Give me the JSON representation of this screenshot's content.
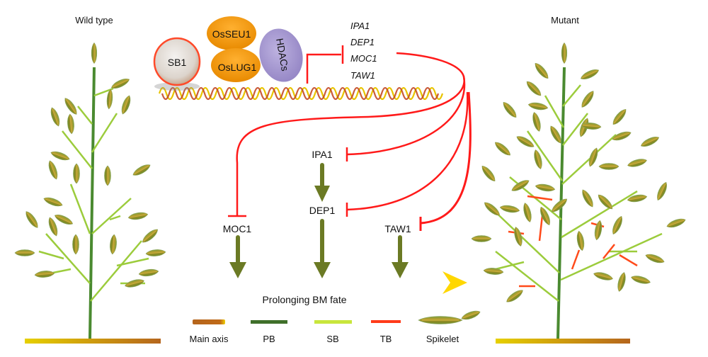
{
  "panels": {
    "wild_type": {
      "title": "Wild type"
    },
    "mutant": {
      "title": "Mutant"
    }
  },
  "complex": {
    "proteins": [
      "SB1",
      "OsSEU1",
      "OsLUG1",
      "HDACs"
    ],
    "colors": {
      "SB1": "#e8e4e0",
      "OsSEU1": "#f39c12",
      "OsLUG1": "#f39c12",
      "HDACs": "#a89ad0",
      "repression": "#ff1a1a"
    }
  },
  "target_genes": [
    "IPA1",
    "DEP1",
    "MOC1",
    "TAW1"
  ],
  "network": {
    "nodes": {
      "ipa1": "IPA1",
      "dep1": "DEP1",
      "moc1": "MOC1",
      "taw1": "TAW1"
    },
    "edges": [
      {
        "from": "complex",
        "to": "target-genes",
        "type": "inhibition"
      },
      {
        "from": "target-genes",
        "to": "IPA1",
        "type": "inhibition"
      },
      {
        "from": "target-genes",
        "to": "DEP1",
        "type": "inhibition"
      },
      {
        "from": "target-genes",
        "to": "MOC1",
        "type": "inhibition"
      },
      {
        "from": "target-genes",
        "to": "TAW1",
        "type": "inhibition"
      },
      {
        "from": "IPA1",
        "to": "DEP1",
        "type": "activation"
      },
      {
        "from": "MOC1",
        "to": "BM-fate",
        "type": "activation"
      },
      {
        "from": "DEP1",
        "to": "BM-fate",
        "type": "activation"
      },
      {
        "from": "TAW1",
        "to": "BM-fate",
        "type": "activation"
      }
    ],
    "arrow_color": "#6b7a24",
    "inhibition_color": "#ff1a1a"
  },
  "fate_arrow": {
    "label": "Prolonging BM fate",
    "gradient": [
      "#8fcf4f",
      "#d8c820",
      "#f5b800",
      "#ffd700"
    ]
  },
  "legend": {
    "items": [
      {
        "key": "main-axis",
        "label": "Main axis",
        "color": "#b5651d"
      },
      {
        "key": "pb",
        "label": "PB",
        "color": "#3f6f2a"
      },
      {
        "key": "sb",
        "label": "SB",
        "color": "#c8e63c"
      },
      {
        "key": "tb",
        "label": "TB",
        "color": "#ff3b1a"
      },
      {
        "key": "spikelet",
        "label": "Spikelet",
        "color": "#9a9a2a"
      }
    ]
  }
}
